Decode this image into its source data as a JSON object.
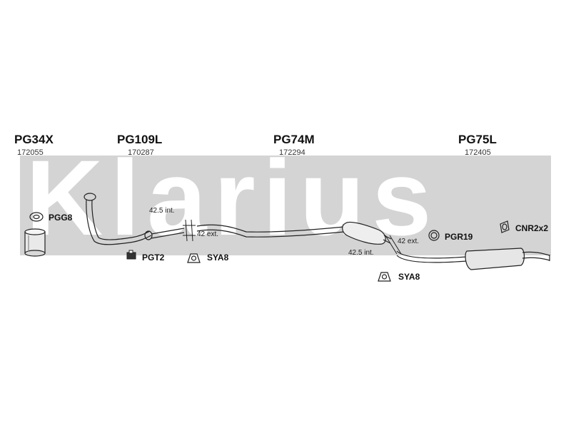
{
  "watermark": "Klarius",
  "sections": [
    {
      "code": "PG34X",
      "number": "172055"
    },
    {
      "code": "PG109L",
      "number": "170287"
    },
    {
      "code": "PG74M",
      "number": "172294"
    },
    {
      "code": "PG75L",
      "number": "172405"
    }
  ],
  "accessories": {
    "pgg": "PGG8",
    "pgt": "PGT2",
    "sya_left": "SYA8",
    "sya_right": "SYA8",
    "pgr": "PGR19",
    "cnr": "CNR2x2"
  },
  "dimensions": {
    "left_int": "42.5 int.",
    "left_ext": "42 ext.",
    "right_ext": "42 ext.",
    "right_int": "42.5 int."
  }
}
